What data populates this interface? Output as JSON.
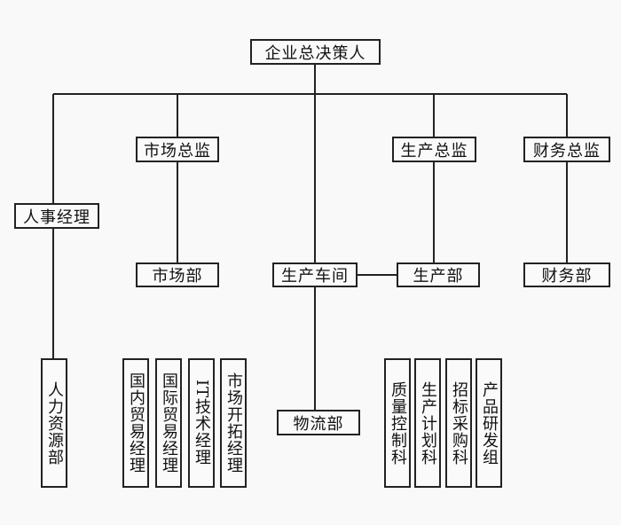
{
  "nodes": {
    "ceo": "企业总决策人",
    "marketing_director": "市场总监",
    "production_director": "生产总监",
    "finance_director": "财务总监",
    "hr_manager": "人事经理",
    "marketing_dept": "市场部",
    "production_workshop": "生产车间",
    "production_dept": "生产部",
    "finance_dept": "财务部",
    "logistics_dept": "物流部",
    "hr_dept": "人力资源部",
    "domestic_trade_manager": "国内贸易经理",
    "international_trade_manager": "国际贸易经理",
    "it_manager": "IT技术经理",
    "market_development_manager": "市场开拓经理",
    "quality_control": "质量控制科",
    "production_planning": "生产计划科",
    "procurement": "招标采购科",
    "rd_group": "产品研发组"
  },
  "style": {
    "line_color": "#222222",
    "box_border_color": "#222222",
    "background": "#f9f9f9"
  }
}
